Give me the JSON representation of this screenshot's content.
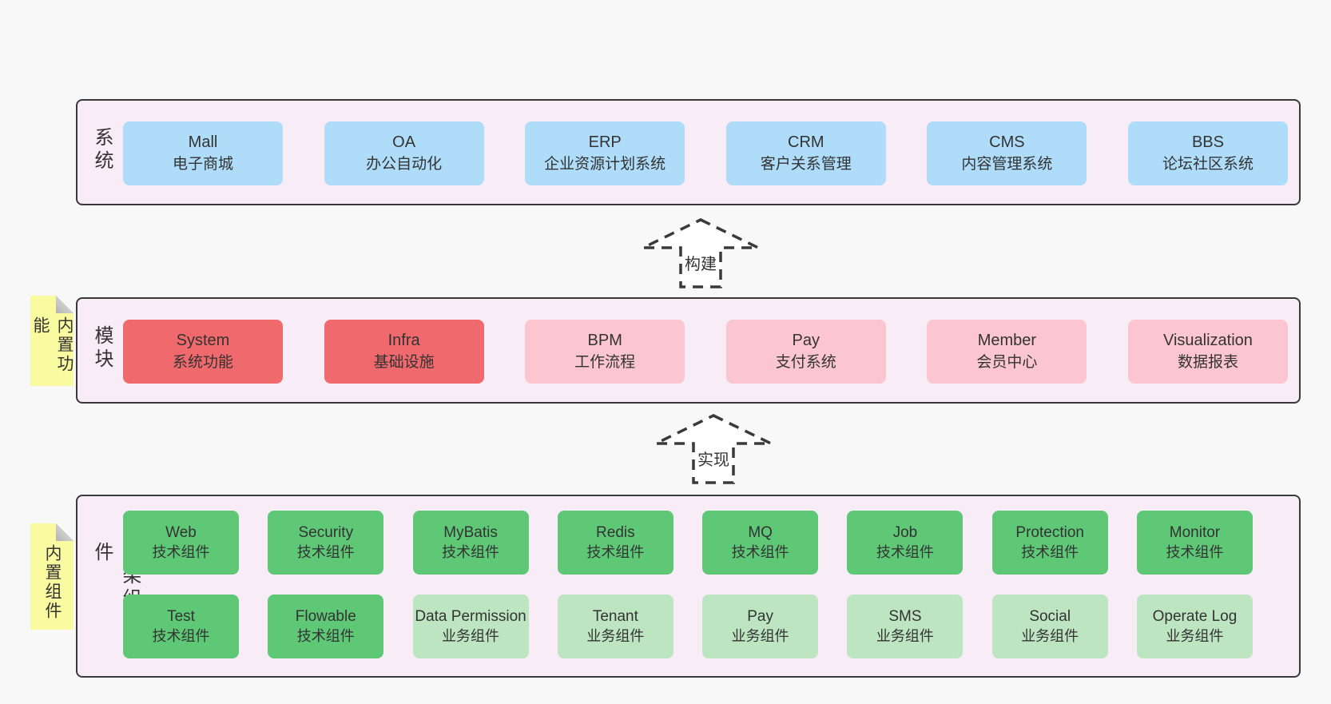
{
  "bands": [
    {
      "id": "business-systems",
      "label": "业务系统",
      "boxes": [
        {
          "title": "Mall",
          "subtitle": "电子商城",
          "variant": "blue"
        },
        {
          "title": "OA",
          "subtitle": "办公自动化",
          "variant": "blue"
        },
        {
          "title": "ERP",
          "subtitle": "企业资源计划系统",
          "variant": "blue"
        },
        {
          "title": "CRM",
          "subtitle": "客户关系管理",
          "variant": "blue"
        },
        {
          "title": "CMS",
          "subtitle": "内容管理系统",
          "variant": "blue"
        },
        {
          "title": "BBS",
          "subtitle": "论坛社区系统",
          "variant": "blue"
        }
      ]
    },
    {
      "id": "common-modules",
      "label": "通用模块",
      "sticky": "内置功能",
      "boxes": [
        {
          "title": "System",
          "subtitle": "系统功能",
          "variant": "red"
        },
        {
          "title": "Infra",
          "subtitle": "基础设施",
          "variant": "red"
        },
        {
          "title": "BPM",
          "subtitle": "工作流程",
          "variant": "pink"
        },
        {
          "title": "Pay",
          "subtitle": "支付系统",
          "variant": "pink"
        },
        {
          "title": "Member",
          "subtitle": "会员中心",
          "variant": "pink"
        },
        {
          "title": "Visualization",
          "subtitle": "数据报表",
          "variant": "pink"
        }
      ]
    },
    {
      "id": "framework-components",
      "label": "框架组件",
      "sticky": "内置组件",
      "rows": [
        [
          {
            "title": "Web",
            "subtitle": "技术组件",
            "variant": "green-dark"
          },
          {
            "title": "Security",
            "subtitle": "技术组件",
            "variant": "green-dark"
          },
          {
            "title": "MyBatis",
            "subtitle": "技术组件",
            "variant": "green-dark"
          },
          {
            "title": "Redis",
            "subtitle": "技术组件",
            "variant": "green-dark"
          },
          {
            "title": "MQ",
            "subtitle": "技术组件",
            "variant": "green-dark"
          },
          {
            "title": "Job",
            "subtitle": "技术组件",
            "variant": "green-dark"
          },
          {
            "title": "Protection",
            "subtitle": "技术组件",
            "variant": "green-dark"
          },
          {
            "title": "Monitor",
            "subtitle": "技术组件",
            "variant": "green-dark"
          }
        ],
        [
          {
            "title": "Test",
            "subtitle": "技术组件",
            "variant": "green-dark"
          },
          {
            "title": "Flowable",
            "subtitle": "技术组件",
            "variant": "green-dark"
          },
          {
            "title": "Data Permission",
            "subtitle": "业务组件",
            "variant": "green-light"
          },
          {
            "title": "Tenant",
            "subtitle": "业务组件",
            "variant": "green-light"
          },
          {
            "title": "Pay",
            "subtitle": "业务组件",
            "variant": "green-light"
          },
          {
            "title": "SMS",
            "subtitle": "业务组件",
            "variant": "green-light"
          },
          {
            "title": "Social",
            "subtitle": "业务组件",
            "variant": "green-light"
          },
          {
            "title": "Operate Log",
            "subtitle": "业务组件",
            "variant": "green-light"
          }
        ]
      ]
    }
  ],
  "arrows": [
    {
      "label": "构建"
    },
    {
      "label": "实现"
    }
  ],
  "colors": {
    "page_bg": "#f8f8f8",
    "band_bg": "#f8edf6",
    "band_border": "#3a3a3a",
    "business_box": "#aedcf9",
    "core_module_box": "#f0696c",
    "optional_module_box": "#fbc6d0",
    "tech_component_box": "#5ec877",
    "biz_component_box": "#bde5c1",
    "sticky_note": "#fafaa0",
    "fold": "#b3b3b3",
    "text": "#333333"
  }
}
